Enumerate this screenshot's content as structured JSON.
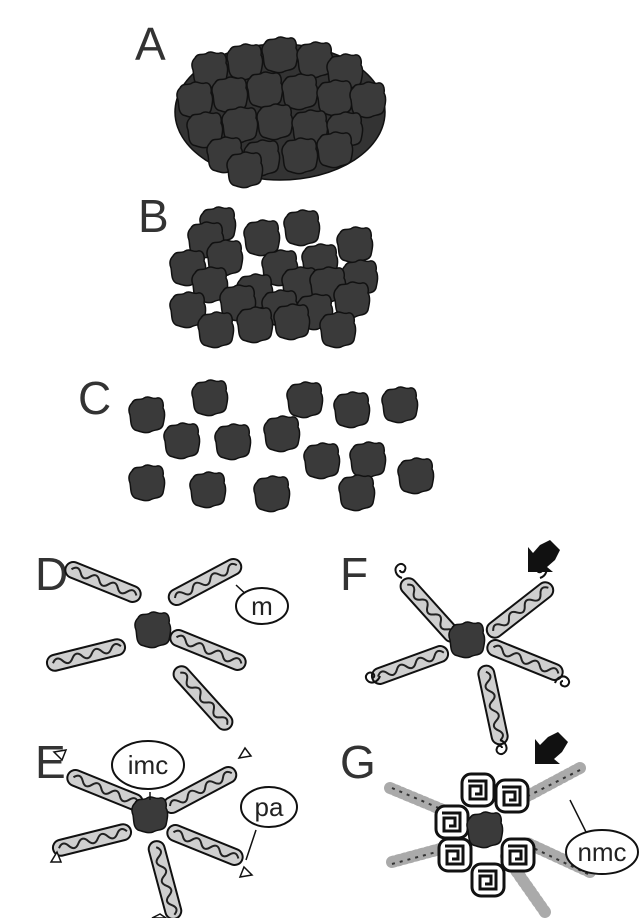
{
  "panels": {
    "A": {
      "letter": "A"
    },
    "B": {
      "letter": "B"
    },
    "C": {
      "letter": "C"
    },
    "D": {
      "letter": "D",
      "callout": "m"
    },
    "E": {
      "letter": "E",
      "callouts": [
        "imc",
        "pa"
      ]
    },
    "F": {
      "letter": "F"
    },
    "G": {
      "letter": "G",
      "callout": "nmc"
    }
  },
  "colors": {
    "cell": "#3a3a3a",
    "cell_outline": "#111111",
    "mito_fill": "#cfcfcf",
    "pa_fill": "#ffffff",
    "nmc_dots": "#aaaaaa"
  }
}
